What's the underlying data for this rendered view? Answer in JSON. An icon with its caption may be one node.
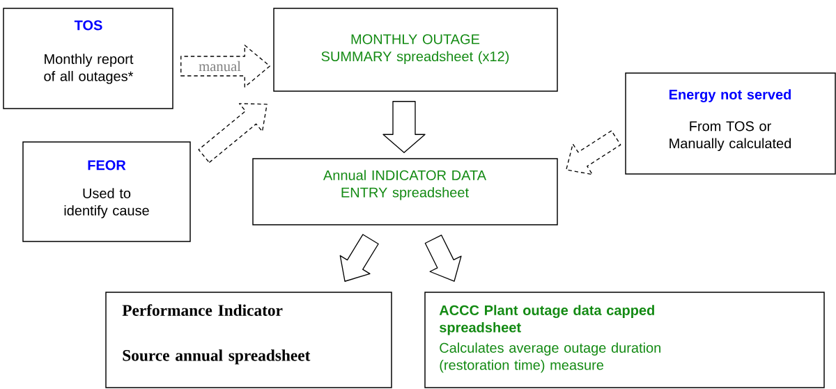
{
  "diagram": {
    "nodes": [
      {
        "text": [
          "TOS",
          "Monthly report of all outages*"
        ]
      },
      {
        "text": [
          "MONTHLY OUTAGE SUMMARY spreadsheet (x12)"
        ]
      },
      {
        "text": [
          "Energy not served",
          "From TOS or Manually calculated"
        ]
      },
      {
        "text": [
          "FEOR",
          "Used to identify cause"
        ]
      },
      {
        "text": [
          "Annual INDICATOR DATA ENTRY spreadsheet"
        ]
      },
      {
        "text": [
          "Performance Indicator",
          "Source annual spreadsheet"
        ]
      },
      {
        "text": [
          "ACCC Plant outage data capped spreadsheet",
          "Calculates average outage duration (restoration time) measure"
        ]
      }
    ],
    "edges": [
      {
        "from": 0,
        "to": 1,
        "arrow": "to",
        "label": "manual",
        "style": "dashed"
      },
      {
        "from": 3,
        "to": 1,
        "arrow": "to",
        "style": "dashed"
      },
      {
        "from": 1,
        "to": 4,
        "arrow": "to"
      },
      {
        "from": 2,
        "to": 4,
        "arrow": "to",
        "style": "dashed"
      },
      {
        "from": 4,
        "to": 5,
        "arrow": "to"
      },
      {
        "from": 4,
        "to": 6,
        "arrow": "to"
      }
    ]
  }
}
